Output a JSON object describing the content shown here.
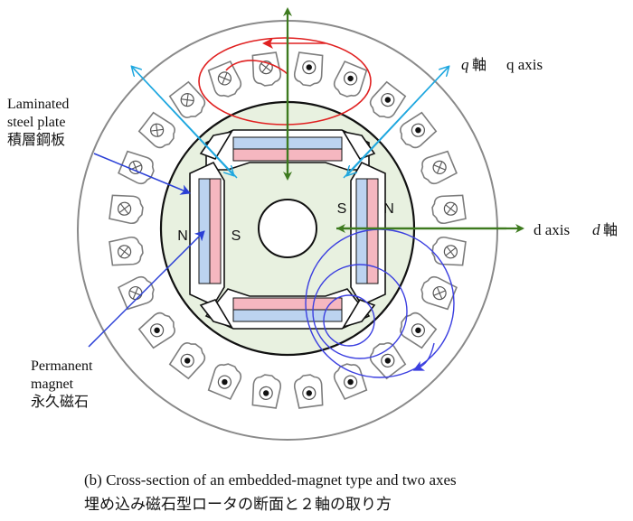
{
  "labels": {
    "laminated_en_1": "Laminated",
    "laminated_en_2": "steel plate",
    "laminated_jp": "積層鋼板",
    "magnet_en_1": "Permanent",
    "magnet_en_2": "magnet",
    "magnet_jp": "永久磁石",
    "q_axis_italic": "q",
    "q_axis_jp": "軸",
    "q_axis_en": "q axis",
    "d_axis_en": "d axis",
    "d_axis_italic": "d",
    "d_axis_jp": "軸"
  },
  "poles": {
    "left_outer": "N",
    "left_inner": "S",
    "right_inner": "S",
    "right_outer": "N"
  },
  "caption": {
    "line1": "(b) Cross-section of an embedded-magnet type and two axes",
    "line2": "埋め込み磁石型ロータの断面と２軸の取り方"
  },
  "colors": {
    "rotor_fill": "#e8f1e0",
    "magnet_pink": "#f5b7c0",
    "magnet_blue": "#bcd3f0",
    "axis_green": "#3d7a1e",
    "cyan_arrow": "#1ea7df",
    "pointer_blue": "#2a3fd6",
    "flux_red": "#e02020",
    "flux_blue": "#3b3fe0",
    "stator_gray": "#8a8a8a"
  }
}
